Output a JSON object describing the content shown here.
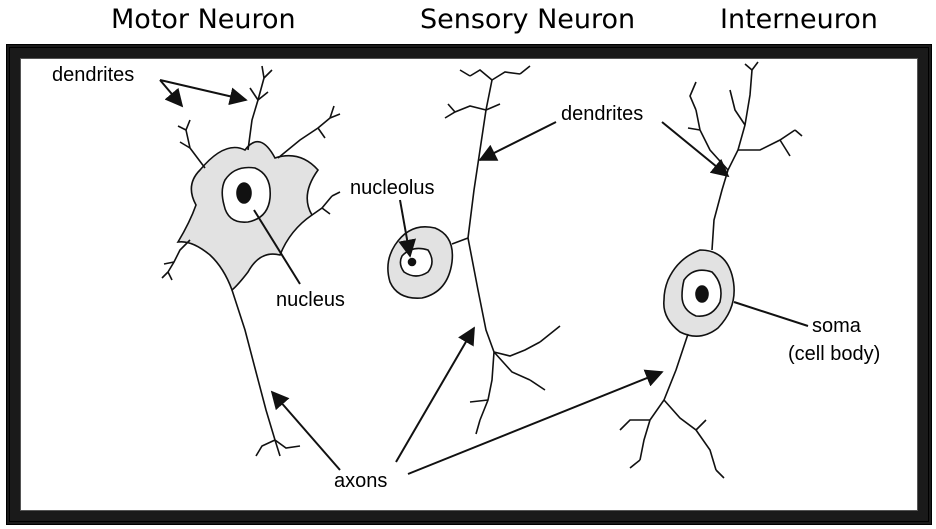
{
  "titles": {
    "motor": "Motor Neuron",
    "sensory": "Sensory Neuron",
    "inter": "Interneuron"
  },
  "labels": {
    "dendrites_left": "dendrites",
    "dendrites_right": "dendrites",
    "nucleolus": "nucleolus",
    "nucleus": "nucleus",
    "axons": "axons",
    "soma": "soma",
    "soma_sub": "(cell body)"
  },
  "colors": {
    "cell_fill": "#e2e2e2",
    "line": "#111111"
  }
}
